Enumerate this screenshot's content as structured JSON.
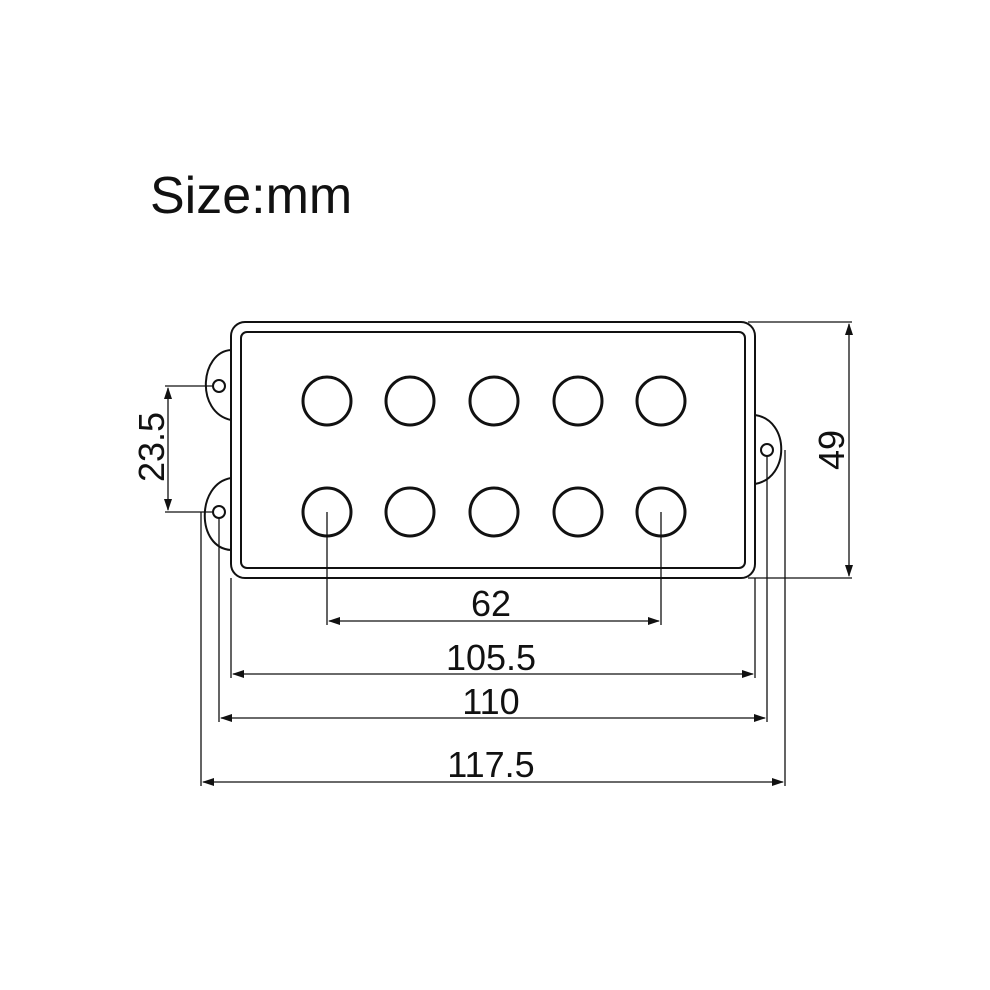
{
  "title": "Size:mm",
  "pickup": {
    "pole_rows": 2,
    "poles_per_row": 5
  },
  "dimensions": {
    "mounting_hole_spacing": "23.5",
    "height": "49",
    "pole_span": "62",
    "body_width": "105.5",
    "mount_width": "110",
    "overall_length": "117.5"
  }
}
